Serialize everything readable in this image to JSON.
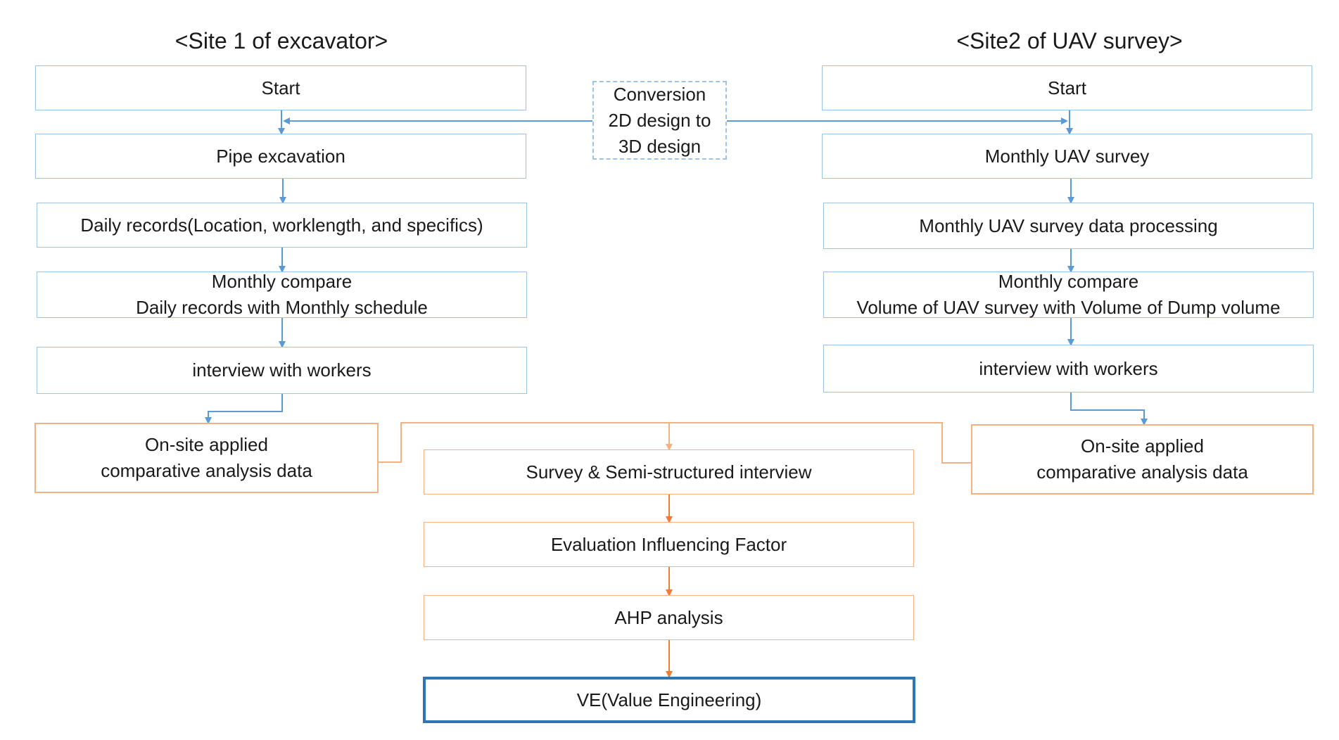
{
  "titles": {
    "site1": "<Site 1 of excavator>",
    "site2": "<Site2 of UAV survey>"
  },
  "conversion": "Conversion\n2D design to\n3D design",
  "site1": {
    "start": "Start",
    "pipe_excavation": "Pipe excavation",
    "daily_records": "Daily records(Location, worklength, and specifics)",
    "monthly_compare": "Monthly compare\nDaily records with Monthly schedule",
    "interview": "interview with workers",
    "onsite": "On-site applied\ncomparative analysis data"
  },
  "site2": {
    "start": "Start",
    "monthly_survey": "Monthly UAV survey",
    "data_processing": "Monthly UAV survey data processing",
    "monthly_compare": "Monthly compare\nVolume of UAV survey with Volume of Dump volume",
    "interview": "interview with workers",
    "onsite": "On-site applied\ncomparative analysis data"
  },
  "center": {
    "survey": "Survey & Semi-structured interview",
    "evaluation": "Evaluation Influencing Factor",
    "ahp": "AHP analysis",
    "ve": "VE(Value Engineering)"
  },
  "colors": {
    "blue_line": "#5b9bd5",
    "blue_border": "#9dc3e6",
    "orange_line": "#ed7d31",
    "orange_border": "#f4b183",
    "ve_border": "#2e75b6"
  }
}
